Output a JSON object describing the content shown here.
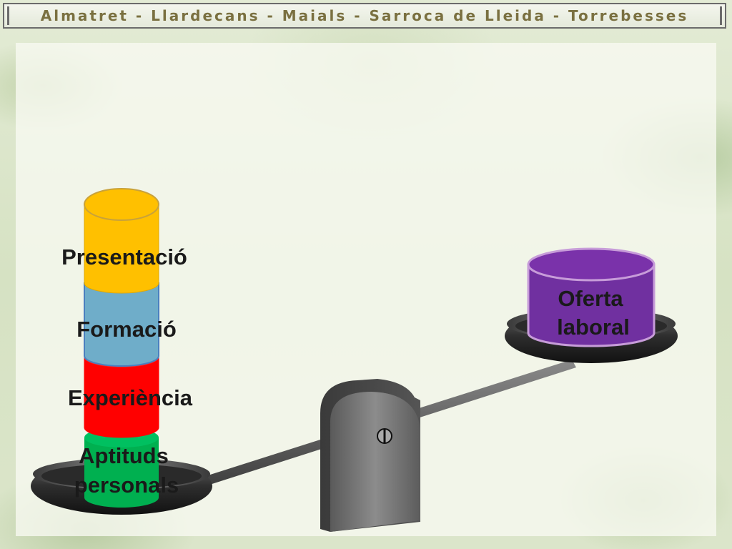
{
  "header": {
    "title": "Almatret - Llardecans - Maials - Sarroca de Lleida - Torrebesses"
  },
  "diagram": {
    "left_stack": {
      "labels": [
        "Presentació",
        "Formació",
        "Experiència",
        "Aptituds personals"
      ],
      "aptituds_line1": "Aptituds",
      "aptituds_line2": "personals"
    },
    "right_weight": {
      "line1": "Oferta",
      "line2": "laboral"
    }
  },
  "colors": {
    "presentacio": "#ffc000",
    "formacio": "#6fadc9",
    "experiencia": "#ff0000",
    "aptituds": "#00b050",
    "oferta": "#7030a0",
    "header_text": "#7a7040"
  }
}
